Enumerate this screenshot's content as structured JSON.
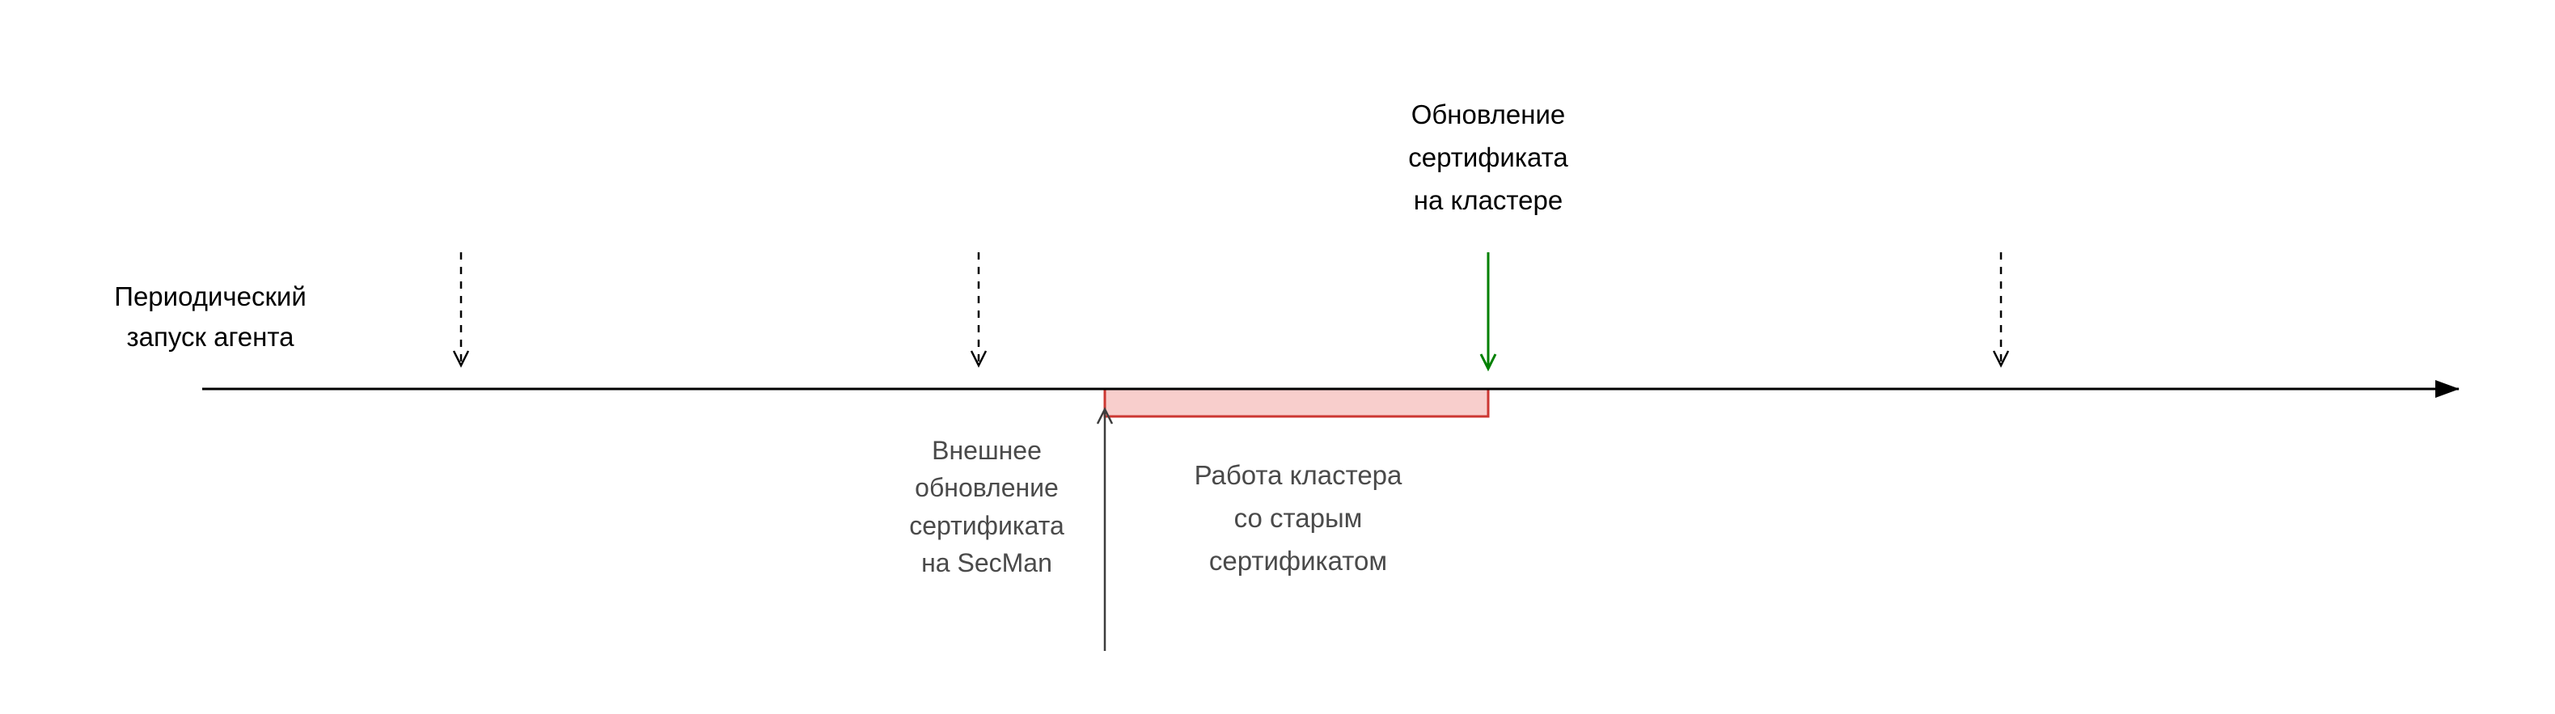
{
  "diagram": {
    "labels": {
      "periodic_agent_run": "Периодический\nзапуск агента",
      "cluster_cert_update": "Обновление\nсертификата\nна кластере",
      "external_secman_update": "Внешнее\nобновление\nсертификата\nна SecMan",
      "old_cert_cluster_work": "Работа кластера\nсо старым\nсертификатом"
    },
    "colors": {
      "axis": "#000000",
      "dashed_tick": "#000000",
      "cluster_update_arrow": "#008000",
      "secman_line": "#3d3d3d",
      "old_cert_band_fill": "#f8cecc",
      "old_cert_band_stroke": "#cc3732",
      "primary_text": "#000000",
      "secondary_text": "#4a4a4a"
    }
  }
}
